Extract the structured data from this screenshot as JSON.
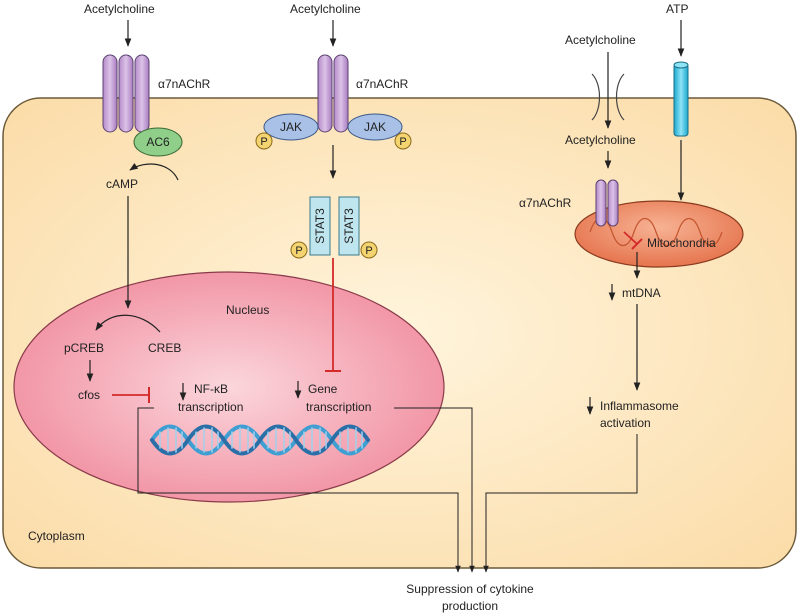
{
  "labels": {
    "acetylcholine_left": "Acetylcholine",
    "acetylcholine_mid": "Acetylcholine",
    "acetylcholine_right_top": "Acetylcholine",
    "acetylcholine_right_inner": "Acetylcholine",
    "atp": "ATP",
    "receptor_left": "α7nAChR",
    "receptor_mid": "α7nAChR",
    "receptor_right": "α7nAChR",
    "ac6": "AC6",
    "camp": "cAMP",
    "jak_left": "JAK",
    "jak_right": "JAK",
    "p_left": "P",
    "p_right": "P",
    "stat3_left": "STAT3",
    "stat3_right": "STAT3",
    "p_stat_left": "P",
    "p_stat_right": "P",
    "nucleus": "Nucleus",
    "pcreb": "pCREB",
    "creb": "CREB",
    "cfos": "cfos",
    "nfkb_line1": "NF-κB",
    "nfkb_line2": "transcription",
    "gene_line1": "Gene",
    "gene_line2": "transcription",
    "mitochondria": "Mitochondria",
    "mtdna": "mtDNA",
    "inflammasome_line1": "Inflammasome",
    "inflammasome_line2": "activation",
    "cytoplasm": "Cytoplasm",
    "suppression_line1": "Suppression of cytokine",
    "suppression_line2": "production"
  },
  "colors": {
    "cell_fill": "#fde7c2",
    "cell_stroke": "#6b5a3a",
    "nucleus_fill": "#f4a9b4",
    "receptor_fill": "#c9a6d8",
    "receptor_stroke": "#5c4270",
    "ac6_fill": "#8fcf8a",
    "jak_fill": "#a9c1e6",
    "p_fill": "#f4d470",
    "stat3_fill": "#bfe6ef",
    "mito_fill": "#ee8f6b",
    "atp_channel_fill": "#45c7e6",
    "inhibit_red": "#d42a2a",
    "dna_blue": "#3f9fd2"
  }
}
